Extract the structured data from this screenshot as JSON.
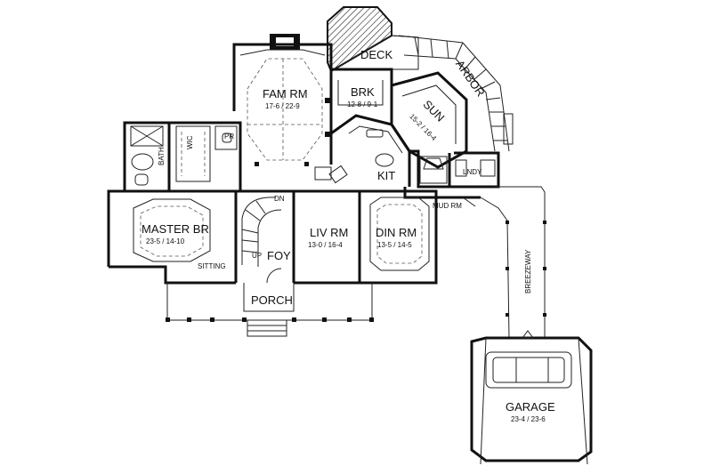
{
  "rooms": {
    "deck": "DECK",
    "arbor": "ARBOR",
    "fam": {
      "name": "FAM RM",
      "dim": "17-6 / 22-9"
    },
    "brk": {
      "name": "BRK",
      "dim": "12-8 / 9-1"
    },
    "sun": {
      "name": "SUN",
      "dim": "15-2 / 16-4"
    },
    "wic": "WIC",
    "pr": "PR",
    "bath": "BATH",
    "kit": "KIT",
    "lndy": "LNDY",
    "mud": "MUD RM",
    "master": {
      "name": "MASTER BR",
      "dim": "23-5 / 14-10"
    },
    "sitting": "SITTING",
    "dn": "DN",
    "up": "UP",
    "foy": "FOY",
    "liv": {
      "name": "LIV RM",
      "dim": "13-0 / 16-4"
    },
    "din": {
      "name": "DIN RM",
      "dim": "13-5 / 14-5"
    },
    "breezeway": "BREEZEWAY",
    "porch": "PORCH",
    "garage": {
      "name": "GARAGE",
      "dim": "23-4 / 23-6"
    }
  },
  "colors": {
    "line": "#111111",
    "background": "#ffffff"
  }
}
